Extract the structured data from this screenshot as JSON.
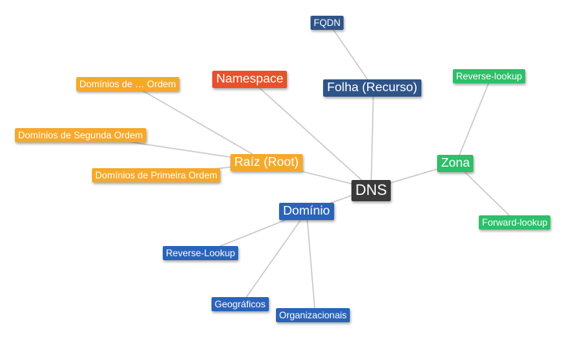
{
  "colors": {
    "center": "#3a3a3a",
    "namespace": "#e8512a",
    "folha": "#2f5488",
    "raiz": "#f5a92a",
    "zona": "#2bc069",
    "dominio": "#2a64ba",
    "edge": "#c8c8c8"
  },
  "nodes": {
    "dns": "DNS",
    "namespace": "Namespace",
    "folha": "Folha (Recurso)",
    "fqdn": "FQDN",
    "raiz": "Raíz (Root)",
    "dominios_ordem": "Domínios de … Ordem",
    "dominios_segunda": "Domínios de Segunda Ordem",
    "dominios_primeira": "Domínios de Primeira Ordem",
    "zona": "Zona",
    "zona_reverse": "Reverse-lookup",
    "zona_forward": "Forward-lookup",
    "dominio": "Domínio",
    "dominio_reverse": "Reverse-Lookup",
    "geograficos": "Geográficos",
    "organizacionais": "Organizacionais"
  }
}
